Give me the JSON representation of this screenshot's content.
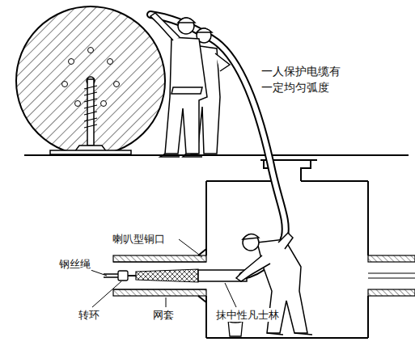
{
  "diagram": {
    "labels": [
      "一人保护电缆有 一定均匀弧度",
      "喇叭型铜口",
      "钢丝绳",
      "转环",
      "网套",
      "抹中性凡士林"
    ]
  }
}
